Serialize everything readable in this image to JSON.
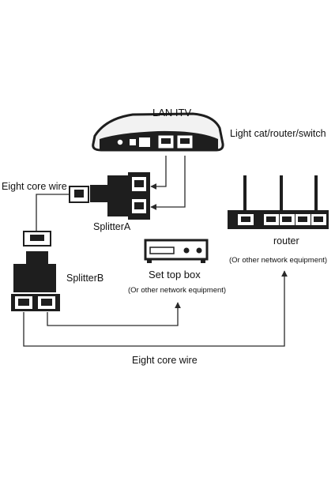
{
  "labels": {
    "lan_itv": "LAN ITV",
    "light_cat": "Light cat/router/switch",
    "eight_core_wire_top": "Eight core wire",
    "splitter_a": "SplitterA",
    "splitter_b": "SplitterB",
    "router": "router",
    "router_note": "(Or other network equipment)",
    "set_top_box": "Set top box",
    "set_top_box_note": "(Or other network equipment)",
    "eight_core_wire_bottom": "Eight core wire"
  },
  "colors": {
    "line": "#2a2a2a",
    "device_fill": "#1e1e1e",
    "port_fill": "#ffffff",
    "background": "#ffffff"
  },
  "icons": {
    "modem": "lan-itv-modem-icon",
    "splitter_a": "splitter-a-icon",
    "splitter_b": "splitter-b-icon",
    "router": "router-icon",
    "set_top_box": "set-top-box-icon"
  }
}
